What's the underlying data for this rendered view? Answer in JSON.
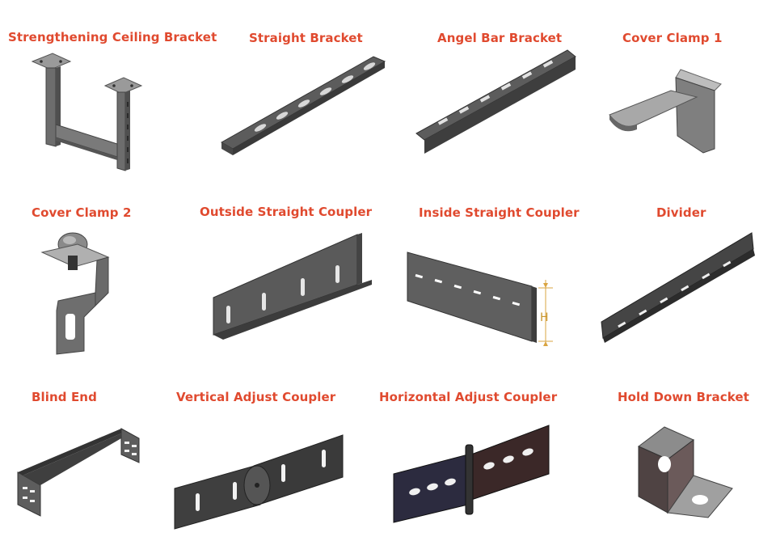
{
  "accent_color": "#e04a2f",
  "items": [
    {
      "label": "Strengthening Ceiling Bracket",
      "icon": "strengthening-ceiling-bracket"
    },
    {
      "label": "Straight Bracket",
      "icon": "straight-bracket"
    },
    {
      "label": "Angel Bar Bracket",
      "icon": "angel-bar-bracket"
    },
    {
      "label": "Cover Clamp 1",
      "icon": "cover-clamp-1"
    },
    {
      "label": "Cover Clamp 2",
      "icon": "cover-clamp-2"
    },
    {
      "label": "Outside Straight Coupler",
      "icon": "outside-straight-coupler"
    },
    {
      "label": "Inside Straight Coupler",
      "icon": "inside-straight-coupler",
      "dimension_label": "H"
    },
    {
      "label": "Divider",
      "icon": "divider"
    },
    {
      "label": "Blind End",
      "icon": "blind-end"
    },
    {
      "label": "Vertical Adjust Coupler",
      "icon": "vertical-adjust-coupler"
    },
    {
      "label": "Horizontal Adjust Coupler",
      "icon": "horizontal-adjust-coupler"
    },
    {
      "label": "Hold Down Bracket",
      "icon": "hold-down-bracket"
    }
  ]
}
